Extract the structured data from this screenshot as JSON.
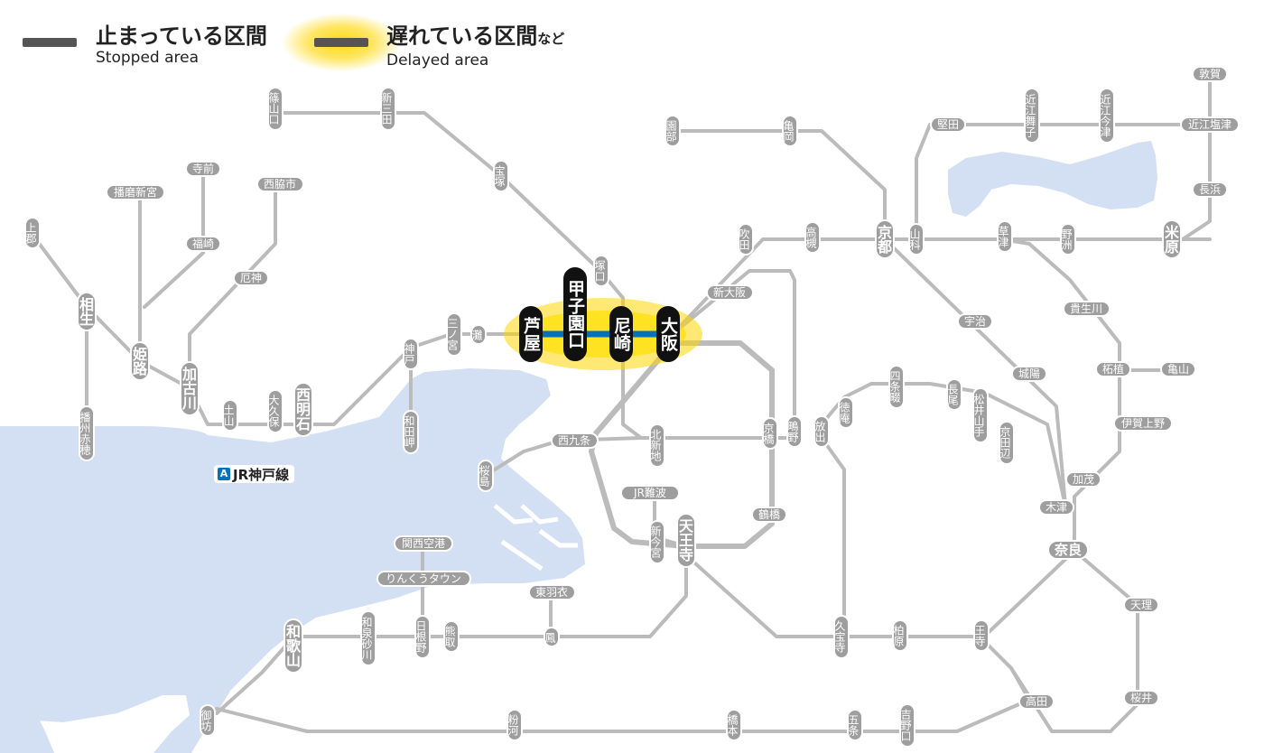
{
  "legend": {
    "stopped_ja": "止まっている区間",
    "stopped_en": "Stopped area",
    "delayed_ja": "遅れている区間",
    "delayed_suffix": "など",
    "delayed_en": "Delayed area"
  },
  "line_label": {
    "badge": "A",
    "name": "JR神戸線"
  },
  "colors": {
    "water": "#d3e0f3",
    "track": "#bbbbbb",
    "delayed_highlight": "#ffd600",
    "line_blue": "#0072bc",
    "station_label_bg": "#9e9e9e",
    "major_station_bg": "#111111"
  },
  "stations": {
    "sasayamaguchi": "篠山口",
    "shinsanda": "新三田",
    "takarazuka": "宝塚",
    "sonobe": "園部",
    "kameoka": "亀岡",
    "katata": "堅田",
    "omimaiko": "近江舞子",
    "omiimazu": "近江今津",
    "tsuruga": "敦賀",
    "omishiotsu": "近江塩津",
    "nagahama": "長浜",
    "maibara": "米原",
    "yasu": "野洲",
    "kusatsu": "草津",
    "yamashina": "山科",
    "kyoto": "京都",
    "takatsuki": "高槻",
    "suita": "吹田",
    "tsukaguchi": "塚口",
    "shinosaka": "新大阪",
    "osaka": "大阪",
    "amagasaki": "尼崎",
    "koshienguchi": "甲子園口",
    "ashiya": "芦屋",
    "nada": "灘",
    "sannomiya": "三ノ宮",
    "kobe": "神戸",
    "wadamisaki": "和田岬",
    "nishiakashi": "西明石",
    "okubo": "大久保",
    "tsuchiyama": "土山",
    "kakogawa": "加古川",
    "himeji": "姫路",
    "aioi": "相生",
    "kamigori": "上郡",
    "banshuako": "播州赤穂",
    "harimashingu": "播磨新宮",
    "teramae": "寺前",
    "fukusaki": "福崎",
    "nishiwakishi": "西脇市",
    "yashiro": "厄神",
    "nishikujo": "西九条",
    "sakurajima": "桜島",
    "kitashinchi": "北新地",
    "kyobashi": "京橋",
    "shigino": "鴫野",
    "hanaten": "放出",
    "tokuan": "徳庵",
    "shijonawate": "四条畷",
    "nagao": "長尾",
    "matsuiyamate": "松井山手",
    "kyotanabe": "京田辺",
    "kizu": "木津",
    "nara": "奈良",
    "uji": "宇治",
    "joyo": "城陽",
    "kibukawa": "貴生川",
    "tsuge": "柘植",
    "kameyama": "亀山",
    "igaueno": "伊賀上野",
    "kamo": "加茂",
    "tenri": "天理",
    "sakurai": "桜井",
    "takada": "高田",
    "oji": "王寺",
    "kashiwara": "柏原",
    "kyuhoji": "久宝寺",
    "tsuruhashi": "鶴橋",
    "tennoji": "天王寺",
    "shinimamiya": "新今宮",
    "jrnamba": "JR難波",
    "higashihagoromo": "東羽衣",
    "otori": "鳳",
    "kumatori": "熊取",
    "hineno": "日根野",
    "rinkutown": "りんくうタウン",
    "kansaiairport": "関西空港",
    "izumisunagawa": "和泉砂川",
    "wakayama": "和歌山",
    "gobo": "御坊",
    "kokawa": "粉河",
    "hashimoto": "橋本",
    "gojo": "五条",
    "yoshinoguchi": "吉野口"
  }
}
